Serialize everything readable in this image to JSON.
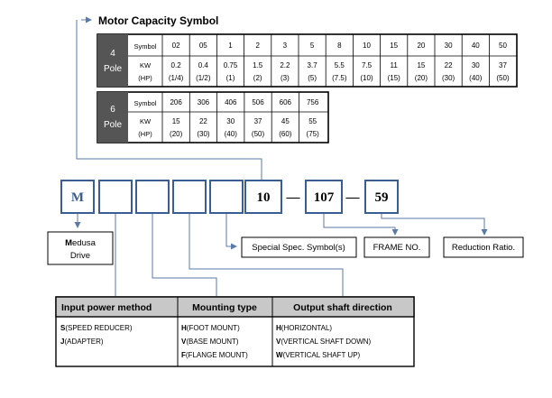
{
  "title": "Motor Capacity Symbol",
  "table4": {
    "pole_num": "4",
    "pole_word": "Pole",
    "symbol_label": "Symbol",
    "kw_label": "KW",
    "hp_label": "(HP)",
    "symbols": [
      "02",
      "05",
      "1",
      "2",
      "3",
      "5",
      "8",
      "10",
      "15",
      "20",
      "30",
      "40",
      "50"
    ],
    "kw": [
      "0.2",
      "0.4",
      "0.75",
      "1.5",
      "2.2",
      "3.7",
      "5.5",
      "7.5",
      "11",
      "15",
      "22",
      "30",
      "37"
    ],
    "hp": [
      "(1/4)",
      "(1/2)",
      "(1)",
      "(2)",
      "(3)",
      "(5)",
      "(7.5)",
      "(10)",
      "(15)",
      "(20)",
      "(30)",
      "(40)",
      "(50)"
    ]
  },
  "table6": {
    "pole_num": "6",
    "pole_word": "Pole",
    "symbol_label": "Symbol",
    "kw_label": "KW",
    "hp_label": "(HP)",
    "symbols": [
      "206",
      "306",
      "406",
      "506",
      "606",
      "756"
    ],
    "kw": [
      "15",
      "22",
      "30",
      "37",
      "45",
      "55"
    ],
    "hp": [
      "(20)",
      "(30)",
      "(40)",
      "(50)",
      "(60)",
      "(75)"
    ]
  },
  "code": {
    "first": "M",
    "capacity": "10",
    "dash1": "—",
    "frame": "107",
    "dash2": "—",
    "ratio": "59"
  },
  "labels": {
    "medusa_initial": "M",
    "medusa_rest": "edusa",
    "medusa_line2": "Drive",
    "special": "Special Spec. Symbol(s)",
    "frame": "FRAME NO.",
    "ratio": "Reduction Ratio."
  },
  "options": {
    "input_header": "Input power method",
    "mount_header": "Mounting type",
    "shaft_header": "Output shaft direction",
    "input": [
      {
        "letter": "S",
        "text": "(SPEED REDUCER)"
      },
      {
        "letter": "J",
        "text": "(ADAPTER)"
      }
    ],
    "mount": [
      {
        "letter": "H",
        "text": "(FOOT MOUNT)"
      },
      {
        "letter": "V",
        "text": "(BASE MOUNT)"
      },
      {
        "letter": "F",
        "text": "(FLANGE MOUNT)"
      }
    ],
    "shaft": [
      {
        "letter": "H",
        "text": "(HORIZONTAL)"
      },
      {
        "letter": "V",
        "text": "(VERTICAL SHAFT DOWN)"
      },
      {
        "letter": "W",
        "text": "(VERTICAL SHAFT UP)"
      }
    ]
  },
  "colors": {
    "line": "#5a7aa8",
    "pole_bg": "#555555",
    "code_blue": "#3a5d94",
    "header_bg": "#c8c8c8"
  }
}
